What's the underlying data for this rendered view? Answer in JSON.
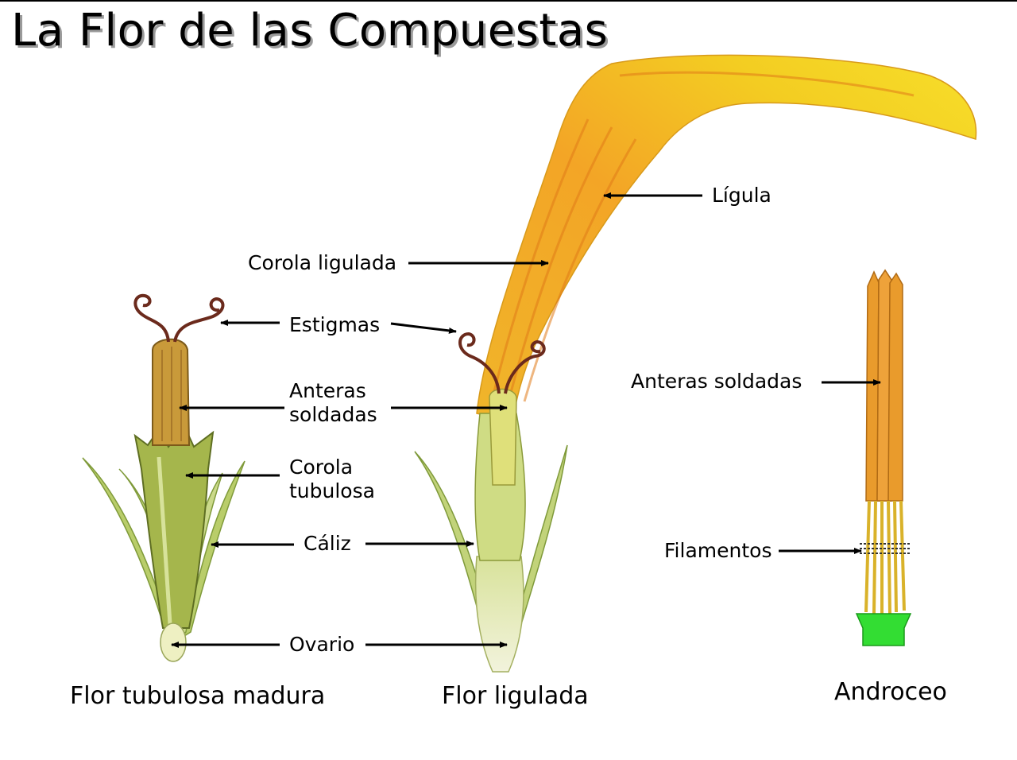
{
  "title": "La Flor de las Compuestas",
  "labels": {
    "ligula": "Lígula",
    "corola_ligulada": "Corola ligulada",
    "estigmas": "Estigmas",
    "anteras_soldadas_center": "Anteras\nsoldadas",
    "corola_tubulosa": "Corola\ntubulosa",
    "caliz": "Cáliz",
    "ovario": "Ovario",
    "anteras_soldadas_right": "Anteras soldadas",
    "filamentos": "Filamentos"
  },
  "captions": {
    "tubulosa": "Flor tubulosa madura",
    "ligulada": "Flor ligulada",
    "androceo": "Androceo"
  },
  "colors": {
    "ligule_yellow": "#f5d21a",
    "ligule_orange": "#ee9a22",
    "stigma_brown": "#6b2a1c",
    "calyx_green": "#a9c25a",
    "anther_orange": "#e99b2c",
    "androceo_base_green": "#33dd33"
  }
}
